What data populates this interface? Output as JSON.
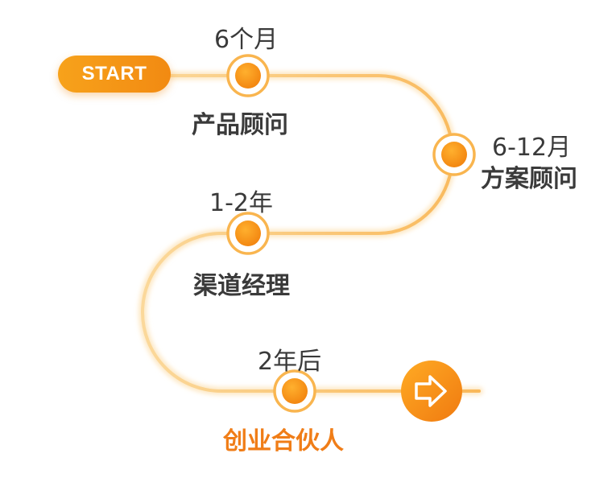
{
  "start_label": "START",
  "stages": [
    {
      "period": "6个月",
      "role": "产品顾问"
    },
    {
      "period": "6-12月",
      "role": "方案顾问"
    },
    {
      "period": "1-2年",
      "role": "渠道经理"
    },
    {
      "period": "2年后",
      "role": "创业合伙人"
    }
  ],
  "colors": {
    "accent": "#f7941d",
    "accent_dark": "#f28a12",
    "path_light": "#fde3b3",
    "text": "#3a3a3a",
    "final_role": "#f07d17"
  },
  "icons": {
    "end": "arrow-right-icon"
  }
}
